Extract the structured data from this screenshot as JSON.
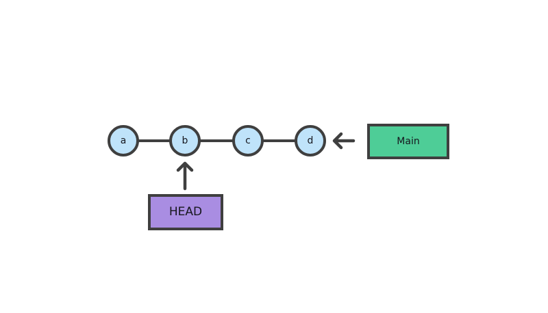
{
  "diagram": {
    "nodes": [
      {
        "id": "a",
        "label": "a"
      },
      {
        "id": "b",
        "label": "b"
      },
      {
        "id": "c",
        "label": "c"
      },
      {
        "id": "d",
        "label": "d"
      }
    ],
    "edges": [
      {
        "from": "a",
        "to": "b"
      },
      {
        "from": "b",
        "to": "c"
      },
      {
        "from": "c",
        "to": "d"
      }
    ],
    "pointers": [
      {
        "label": "Main",
        "points_to": "d",
        "arrow_direction": "left"
      },
      {
        "label": "HEAD",
        "points_to": "b",
        "arrow_direction": "up"
      }
    ]
  },
  "colors": {
    "canvas-bg": "#ffffff",
    "node-fill": "#bfe3fa",
    "stroke": "#3f3f3f",
    "main-fill": "#4ecd97",
    "head-fill": "#a98de2",
    "text": "#16161d"
  }
}
